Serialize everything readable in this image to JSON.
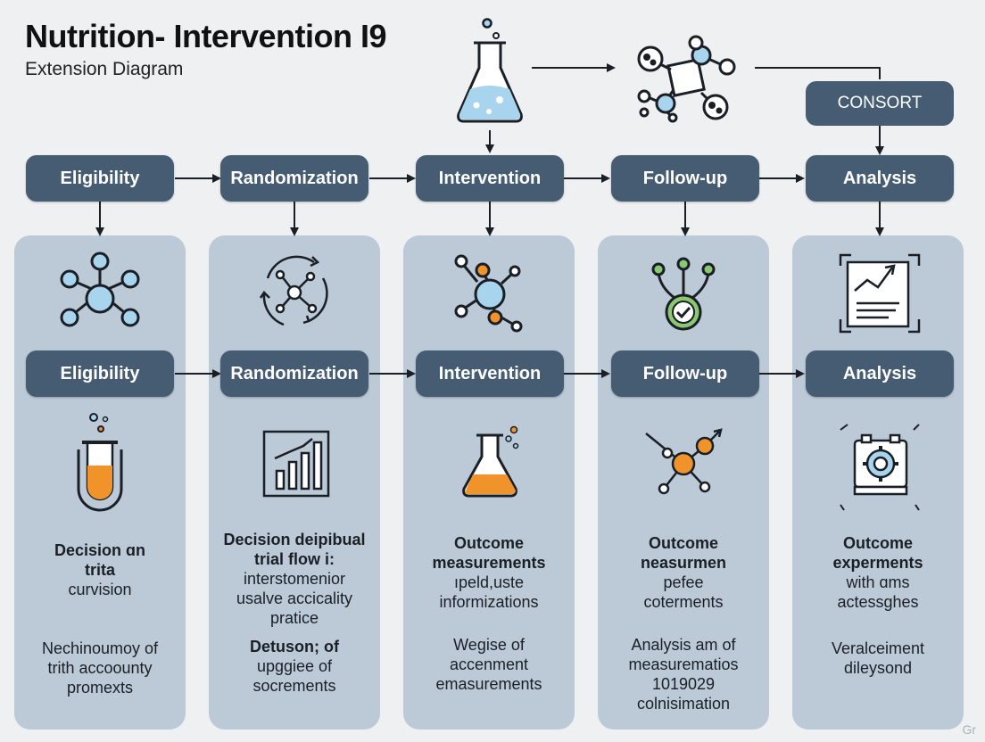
{
  "header": {
    "title": "Nutrition- Intervention I9",
    "subtitle": "Extension Diagram"
  },
  "consort_label": "CONSORT",
  "top_row": [
    "Eligibility",
    "Randomization",
    "Intervention",
    "Follow-up",
    "Analysis"
  ],
  "mid_row": [
    "Eligibility",
    "Randomization",
    "Intervention",
    "Follow-up",
    "Analysis"
  ],
  "columns": [
    {
      "icon_top": "molecule-network-icon",
      "icon_bottom": "test-tube-icon",
      "text_a": [
        "Decision ɑn",
        "trita",
        "curvision"
      ],
      "text_a_bold_lines": 2,
      "text_b": [
        "Nechinoumoy of",
        "trith accoounty",
        "promexts"
      ],
      "text_b_bold_lines": 0
    },
    {
      "icon_top": "randomization-cycle-icon",
      "icon_bottom": "bar-chart-icon",
      "text_a": [
        "Decision deipibual",
        "trial flow i:",
        "interstomenior",
        "usalve accicality",
        "pratice"
      ],
      "text_a_bold_lines": 2,
      "text_b": [
        "Detuson; of",
        "upggiee of",
        "socrements"
      ],
      "text_b_bold_lines": 1
    },
    {
      "icon_top": "molecule-icon",
      "icon_bottom": "flask-icon",
      "text_a": [
        "Outcome",
        "measurements",
        "ıpeld,uste",
        "informizations"
      ],
      "text_a_bold_lines": 2,
      "text_b": [
        "Wegise of",
        "accenment",
        "emasurements"
      ],
      "text_b_bold_lines": 0
    },
    {
      "icon_top": "checkmark-node-icon",
      "icon_bottom": "network-nodes-icon",
      "text_a": [
        "Outcome",
        "neasurmen",
        "pefee",
        "coterments"
      ],
      "text_a_bold_lines": 2,
      "text_b": [
        "Analysis am of",
        "measurematios",
        "1019029",
        "colnisimation"
      ],
      "text_b_bold_lines": 0
    },
    {
      "icon_top": "trend-report-icon",
      "icon_bottom": "gear-device-icon",
      "text_a": [
        "Outcome",
        "experments",
        "with ɑms",
        "actessghes"
      ],
      "text_a_bold_lines": 2,
      "text_b": [
        "Veralceiment",
        "dileysond"
      ],
      "text_b_bold_lines": 0
    }
  ],
  "watermark": "Gr",
  "colors": {
    "pill": "#455c73",
    "column": "#bccad8",
    "background": "#eef0f2",
    "blue_node": "#a8d4ee",
    "orange_node": "#f0932b",
    "green_node": "#8cc870"
  }
}
